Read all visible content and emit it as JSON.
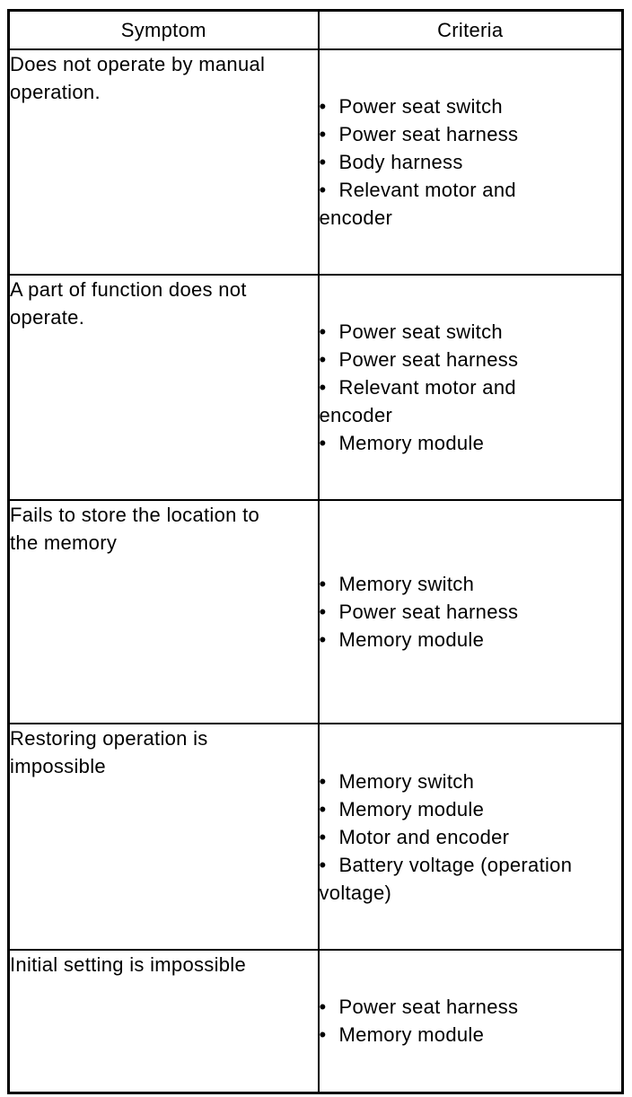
{
  "table": {
    "bullet": "•",
    "headers": [
      "Symptom",
      "Criteria"
    ],
    "rows": [
      {
        "symptom": "Does not operate by manual\noperation.",
        "criteria": [
          "Power seat switch",
          "Power seat harness",
          "Body harness",
          "Relevant motor and\nencoder"
        ]
      },
      {
        "symptom": "A part of function does not\noperate.",
        "criteria": [
          "Power seat switch",
          "Power seat harness",
          "Relevant motor and\nencoder",
          "Memory module"
        ]
      },
      {
        "symptom": "Fails to store the location to\nthe memory",
        "criteria": [
          "Memory switch",
          "Power seat harness",
          "Memory module"
        ]
      },
      {
        "symptom": "Restoring operation is\nimpossible",
        "criteria": [
          "Memory switch",
          "Memory module",
          "Motor and encoder",
          "Battery voltage (operation\nvoltage)"
        ]
      },
      {
        "symptom": "Initial setting is impossible",
        "criteria": [
          "Power seat harness",
          "Memory module"
        ]
      }
    ]
  }
}
